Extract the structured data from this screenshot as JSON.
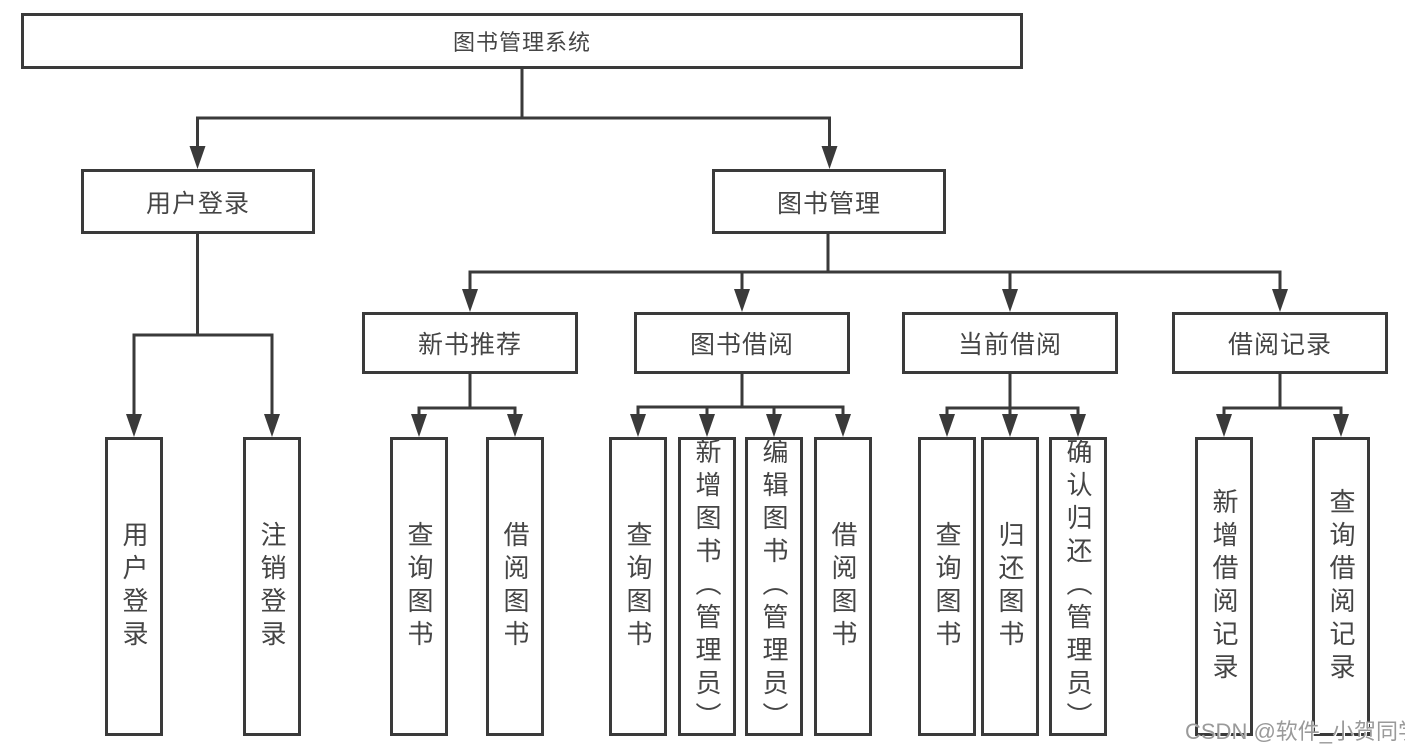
{
  "diagram": {
    "root": {
      "label": "图书管理系统"
    },
    "branches": [
      {
        "label": "用户登录",
        "children": [
          {
            "label": "用户登录"
          },
          {
            "label": "注销登录"
          }
        ]
      },
      {
        "label": "图书管理",
        "children": [
          {
            "label": "新书推荐",
            "children": [
              {
                "label": "查询图书"
              },
              {
                "label": "借阅图书"
              }
            ]
          },
          {
            "label": "图书借阅",
            "children": [
              {
                "label": "查询图书"
              },
              {
                "label": "新增图书（管理员）"
              },
              {
                "label": "编辑图书（管理员）"
              },
              {
                "label": "借阅图书"
              }
            ]
          },
          {
            "label": "当前借阅",
            "children": [
              {
                "label": "查询图书"
              },
              {
                "label": "归还图书"
              },
              {
                "label": "确认归还（管理员）"
              }
            ]
          },
          {
            "label": "借阅记录",
            "children": [
              {
                "label": "新增借阅记录"
              },
              {
                "label": "查询借阅记录"
              }
            ]
          }
        ]
      }
    ]
  },
  "watermark": {
    "text": "CSDN @软件_小贺同学"
  },
  "colors": {
    "line": "#3a3a3a",
    "text": "#454545",
    "background": "#ffffff",
    "watermark": "#9a9a9a"
  }
}
